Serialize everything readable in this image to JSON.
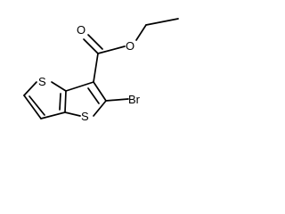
{
  "molecule": {
    "atoms": {
      "sulfur_left": "S",
      "sulfur_bottom": "S",
      "bromine": "Br",
      "oxygen_carbonyl": "O",
      "oxygen_ester": "O"
    }
  },
  "colors": {
    "bond": "#000000",
    "text": "#000000",
    "background": "#ffffff"
  }
}
